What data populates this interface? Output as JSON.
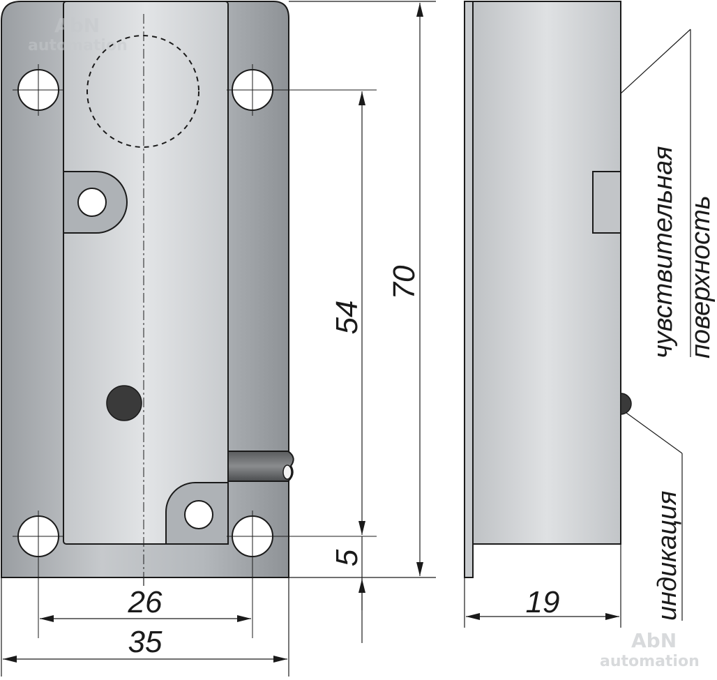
{
  "dimensions": {
    "width_overall": "35",
    "width_holes": "26",
    "height_overall": "70",
    "height_holes": "54",
    "hole_offset": "5",
    "depth": "19"
  },
  "labels": {
    "sensing_line1": "чувствительная",
    "sensing_line2": "поверхность",
    "indication": "индикация"
  },
  "watermark": {
    "line1": "AbN",
    "line2": "automation"
  },
  "colors": {
    "body_metal": "#b8bcc0",
    "cover_metal": "#d4d7da",
    "line": "#1a1a1a",
    "led": "#3a3a3a"
  }
}
